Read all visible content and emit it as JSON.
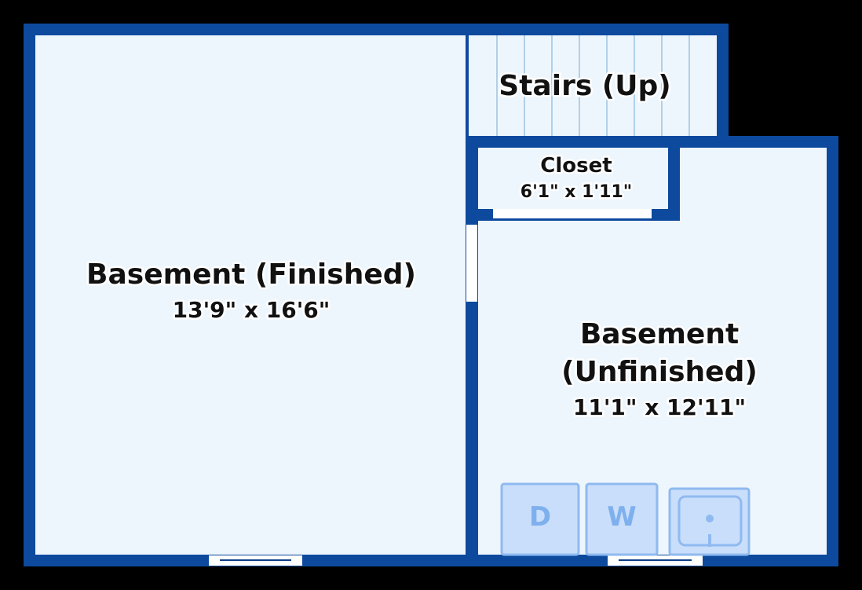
{
  "colors": {
    "background": "#000000",
    "wall": "#0d4a9e",
    "wall_edge": "#0a3f8a",
    "floor": "#eef6fd",
    "stair_line": "#9dc3e0",
    "window": "#ffffff",
    "appliance_fill": "#c9defa",
    "appliance_stroke": "#8fbaf0"
  },
  "rooms": [
    {
      "id": "basement-finished",
      "name_lines": [
        "Basement (Finished)"
      ],
      "dimensions": "13'9\" x 16'6\""
    },
    {
      "id": "stairs",
      "name_lines": [
        "Stairs (Up)"
      ],
      "dimensions": ""
    },
    {
      "id": "closet",
      "name_lines": [
        "Closet"
      ],
      "dimensions": "6'1\" x 1'11\""
    },
    {
      "id": "basement-unfinished",
      "name_lines": [
        "Basement",
        "(Unfinished)"
      ],
      "dimensions": "11'1\" x 12'11\""
    }
  ],
  "appliances": [
    {
      "id": "dryer",
      "label": "D",
      "icon": "dryer-icon"
    },
    {
      "id": "washer",
      "label": "W",
      "icon": "washer-icon"
    },
    {
      "id": "sink",
      "label": "",
      "icon": "sink-icon"
    }
  ]
}
